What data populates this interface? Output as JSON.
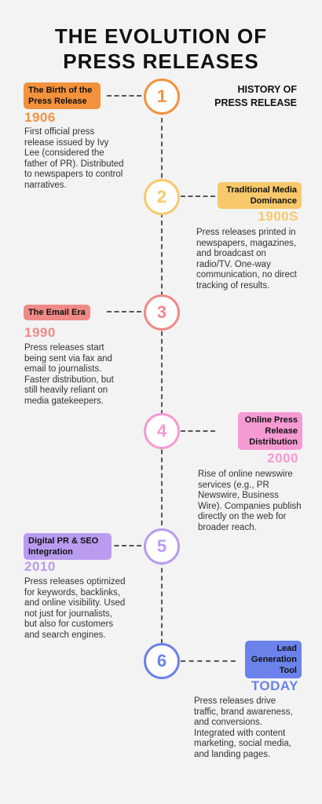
{
  "title_line1": "THE EVOLUTION OF",
  "title_line2": "PRESS RELEASES",
  "subtitle_line1": "HISTORY OF",
  "subtitle_line2": "PRESS RELEASE",
  "colors": {
    "orange": "#f3923d",
    "yellow": "#f7c96a",
    "salmon": "#ef8a86",
    "pink": "#f59ad2",
    "purple": "#b99cf0",
    "blue": "#6b82ea"
  },
  "events": [
    {
      "number": "1",
      "label": "The Birth of the Press Release",
      "year": "1906",
      "description": "First official press release issued by Ivy Lee (considered the father of PR). Distributed to newspapers to control narratives."
    },
    {
      "number": "2",
      "label": "Traditional Media Dominance",
      "year": "1900S",
      "description": "Press releases printed in newspapers, magazines, and broadcast on radio/TV. One-way communication, no direct tracking of results."
    },
    {
      "number": "3",
      "label": "The Email Era",
      "year": "1990",
      "description": "Press releases start being sent via fax and email to journalists. Faster distribution, but still heavily reliant on media gatekeepers."
    },
    {
      "number": "4",
      "label": "Online Press Release Distribution",
      "year": "2000",
      "description": "Rise of online newswire services (e.g., PR Newswire, Business Wire). Companies publish directly on the web for broader reach."
    },
    {
      "number": "5",
      "label": "Digital PR & SEO Integration",
      "year": "2010",
      "description": "Press releases optimized for keywords, backlinks, and online visibility. Used not just for journalists, but also for customers and search engines."
    },
    {
      "number": "6",
      "label": "Lead Generation Tool",
      "year": "TODAY",
      "description": "Press releases drive traffic, brand awareness, and conversions. Integrated with content marketing, social media, and landing pages."
    }
  ]
}
